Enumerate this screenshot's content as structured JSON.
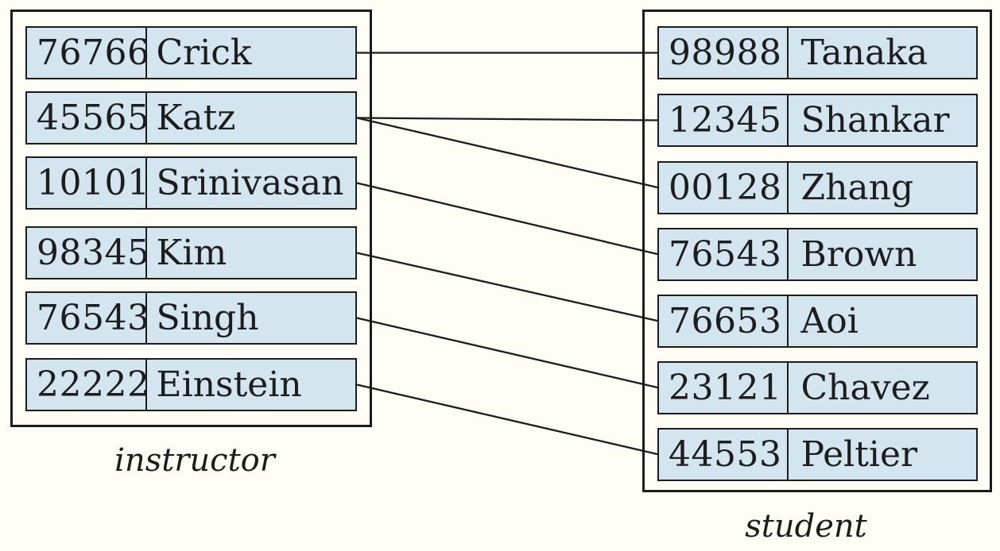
{
  "figure": {
    "colors": {
      "background": "#fffef6",
      "cell_fill": "#d3e5ef",
      "border": "#1c1c1c"
    },
    "instructor_table": {
      "label": "instructor",
      "rows": [
        {
          "id": "76766",
          "name": "Crick"
        },
        {
          "id": "45565",
          "name": "Katz"
        },
        {
          "id": "10101",
          "name": "Srinivasan"
        },
        {
          "id": "98345",
          "name": "Kim"
        },
        {
          "id": "76543",
          "name": "Singh"
        },
        {
          "id": "22222",
          "name": "Einstein"
        }
      ]
    },
    "student_table": {
      "label": "student",
      "rows": [
        {
          "id": "98988",
          "name": "Tanaka"
        },
        {
          "id": "12345",
          "name": "Shankar"
        },
        {
          "id": "00128",
          "name": "Zhang"
        },
        {
          "id": "76543",
          "name": "Brown"
        },
        {
          "id": "76653",
          "name": "Aoi"
        },
        {
          "id": "23121",
          "name": "Chavez"
        },
        {
          "id": "44553",
          "name": "Peltier"
        }
      ]
    },
    "connections": [
      {
        "from": "Crick",
        "to": "Tanaka",
        "from_index": 0,
        "to_index": 0
      },
      {
        "from": "Katz",
        "to": "Shankar",
        "from_index": 1,
        "to_index": 1
      },
      {
        "from": "Katz",
        "to": "Zhang",
        "from_index": 1,
        "to_index": 2
      },
      {
        "from": "Srinivasan",
        "to": "Brown",
        "from_index": 2,
        "to_index": 3
      },
      {
        "from": "Kim",
        "to": "Aoi",
        "from_index": 3,
        "to_index": 4
      },
      {
        "from": "Singh",
        "to": "Chavez",
        "from_index": 4,
        "to_index": 5
      },
      {
        "from": "Einstein",
        "to": "Peltier",
        "from_index": 5,
        "to_index": 6
      }
    ]
  }
}
